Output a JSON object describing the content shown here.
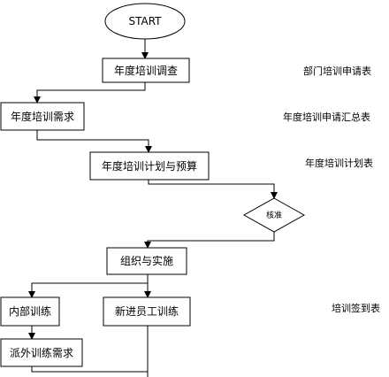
{
  "flow": {
    "start": "START",
    "nodes": {
      "survey": "年度培训调查",
      "needs": "年度培训需求",
      "plan": "年度培训计划与预算",
      "review": "核准",
      "organize": "组织与实施",
      "internal": "内部训练",
      "new_staff": "新进员工训练",
      "external": "派外训练需求"
    },
    "documents": {
      "dept_application": "部门培训申请表",
      "application_summary": "年度培训申请汇总表",
      "training_plan": "年度培训计划表",
      "sign_in": "培训签到表"
    }
  }
}
